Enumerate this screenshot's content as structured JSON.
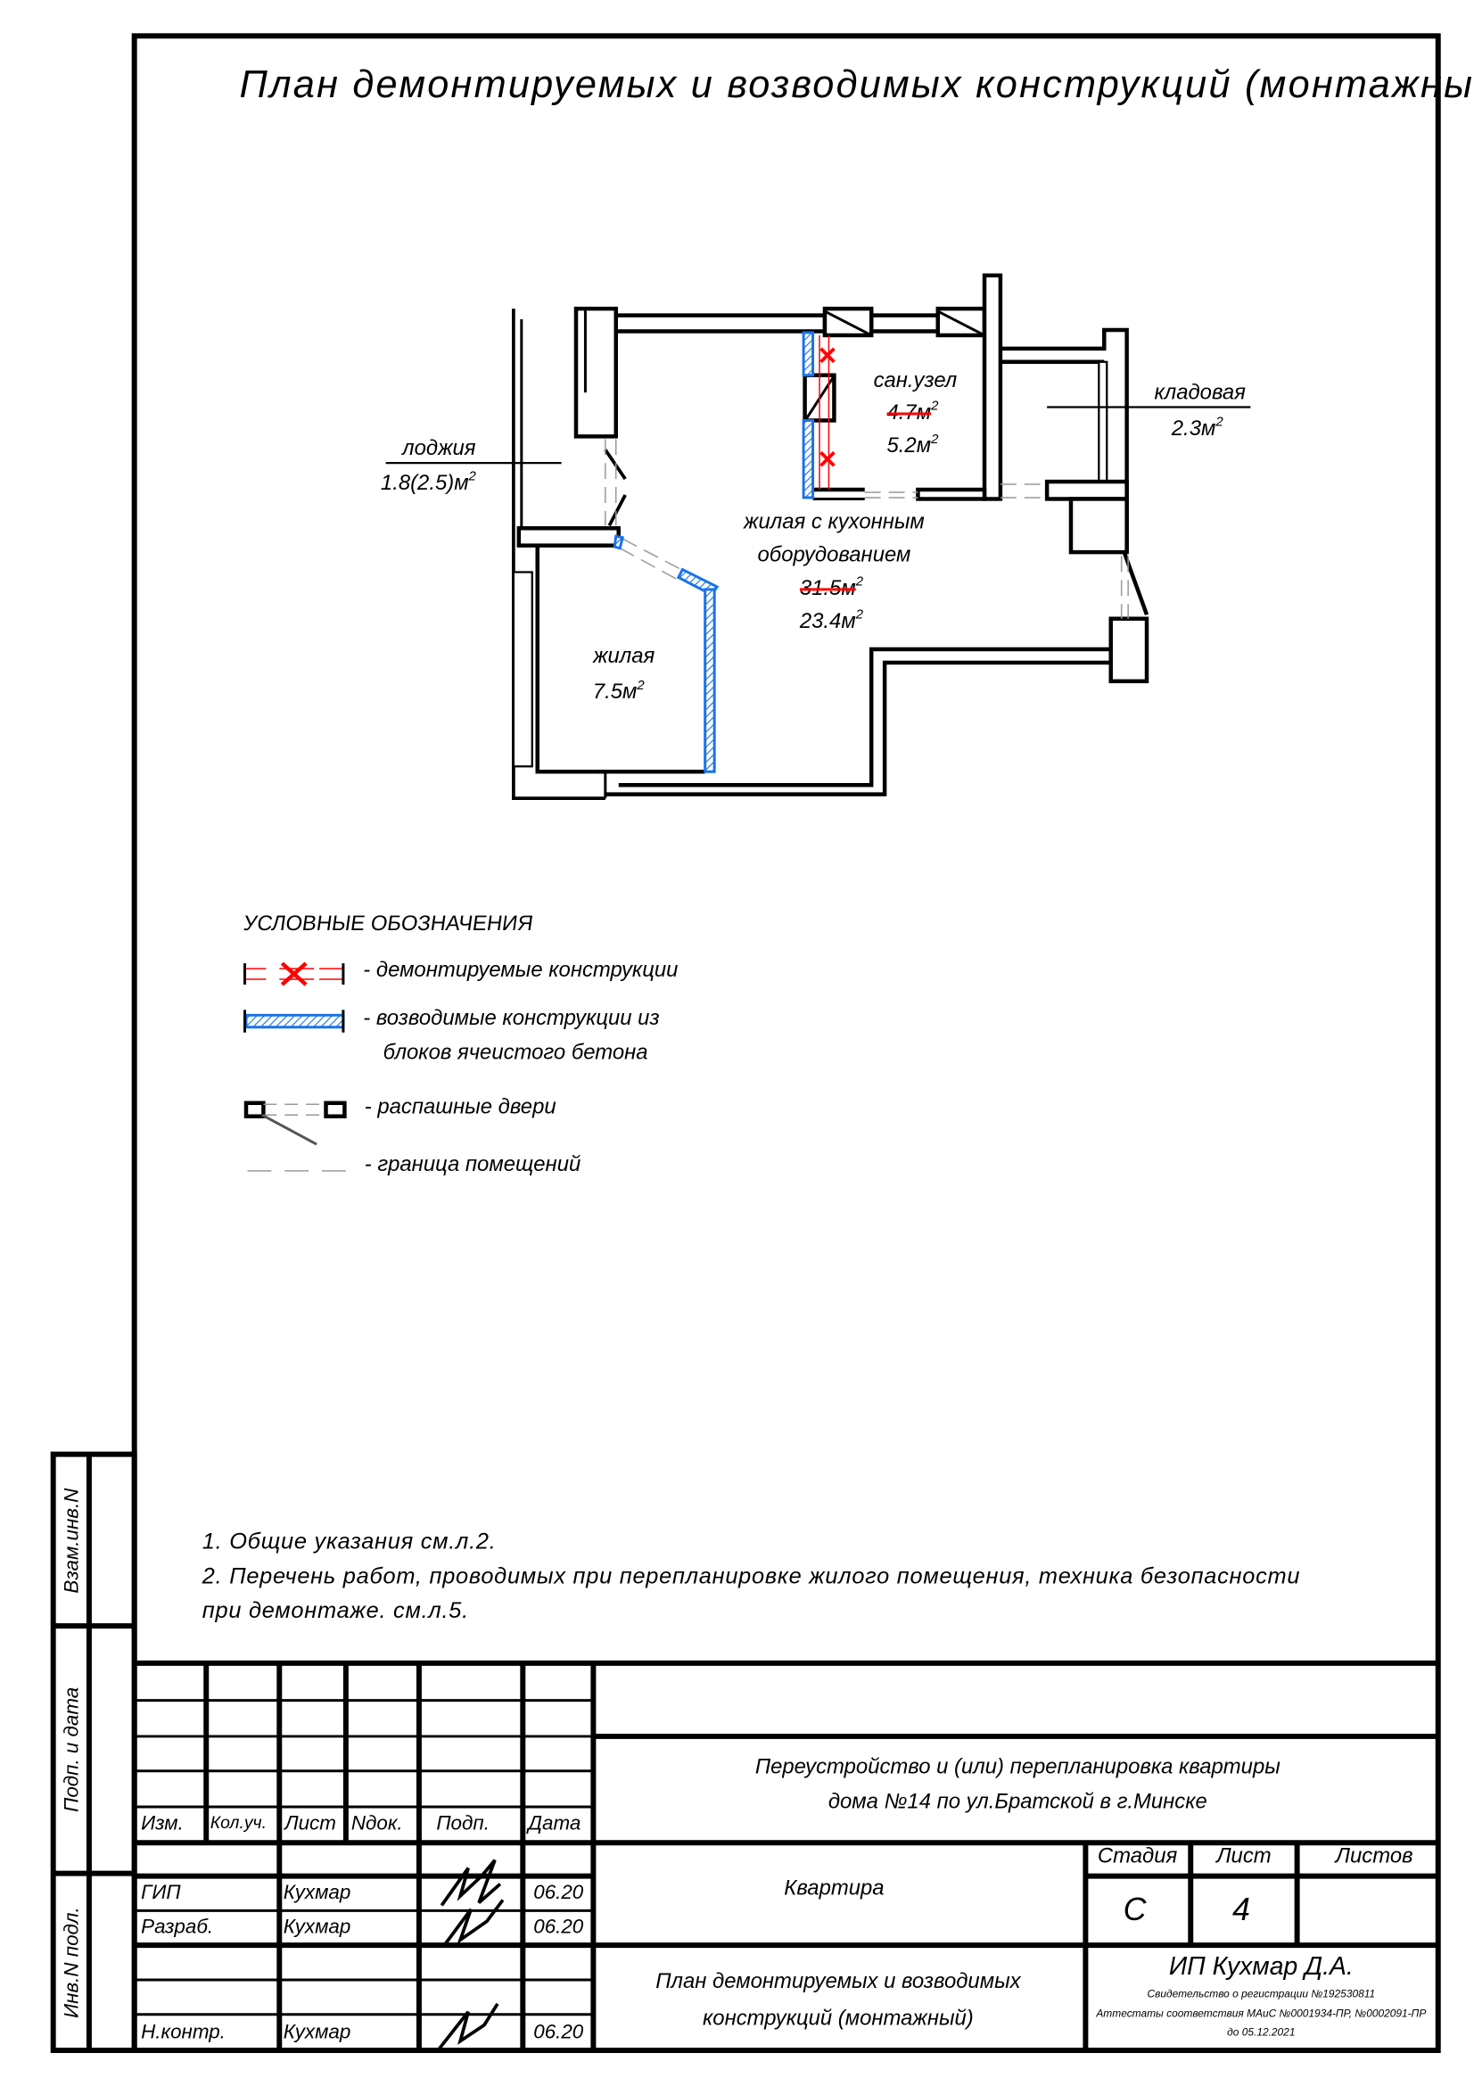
{
  "title": "План демонтируемых и возводимых конструкций (монтажный)",
  "plan": {
    "rooms": [
      {
        "name": "лоджия",
        "area": "1.8(2.5)м",
        "sup": "2"
      },
      {
        "name": "сан.узел",
        "old_area": "4.7м",
        "area": "5.2м",
        "sup": "2"
      },
      {
        "name": "кладовая",
        "area": "2.3м",
        "sup": "2"
      },
      {
        "name": "жилая с кухонным",
        "name2": "оборудованием",
        "old_area": "31.5м",
        "area": "23.4м",
        "sup": "2"
      },
      {
        "name": "жилая",
        "area": "7.5м",
        "sup": "2"
      }
    ],
    "colors": {
      "demolished": "#ff0000",
      "new_walls": "#1a73e8"
    }
  },
  "legend": {
    "heading": "УСЛОВНЫЕ ОБОЗНАЧЕНИЯ",
    "items": [
      {
        "text": "- демонтируемые конструкции"
      },
      {
        "text": "- возводимые конструкции из",
        "text2": "блоков ячеистого бетона"
      },
      {
        "text": "- распашные двери"
      },
      {
        "text": "- граница помещений"
      }
    ]
  },
  "notes": [
    "1. Общие указания см.л.2.",
    "2. Перечень работ, проводимых при перепланировке жилого помещения, техника безопасности",
    "при демонтаже. см.л.5."
  ],
  "side_stamp": [
    "Взам.инв.N",
    "Подп. и дата",
    "Инв.N подл."
  ],
  "title_block": {
    "headers": [
      "Изм.",
      "Кол.уч.",
      "Лист",
      "Nдок.",
      "Подп.",
      "Дата"
    ],
    "rows": [
      {
        "role": "ГИП",
        "name": "Кухмар",
        "date": "06.20"
      },
      {
        "role": "Разраб.",
        "name": "Кухмар",
        "date": "06.20"
      },
      {
        "role": "Н.контр.",
        "name": "Кухмар",
        "date": "06.20"
      }
    ],
    "project_line1": "Переустройство и (или) перепланировка квартиры",
    "project_line2": "дома №14 по ул.Братской в г.Минске",
    "object": "Квартира",
    "stage_label": "Стадия",
    "sheet_label": "Лист",
    "sheets_label": "Листов",
    "stage": "С",
    "sheet": "4",
    "drawing_line1": "План демонтируемых и возводимых",
    "drawing_line2": "конструкций (монтажный)",
    "company": "ИП Кухмар Д.А.",
    "cert1": "Свидетельство о регистрации №192530811",
    "cert2": "Аттестаты соответствия МАиС №0001934-ПР, №0002091-ПР",
    "cert3": "до 05.12.2021"
  }
}
